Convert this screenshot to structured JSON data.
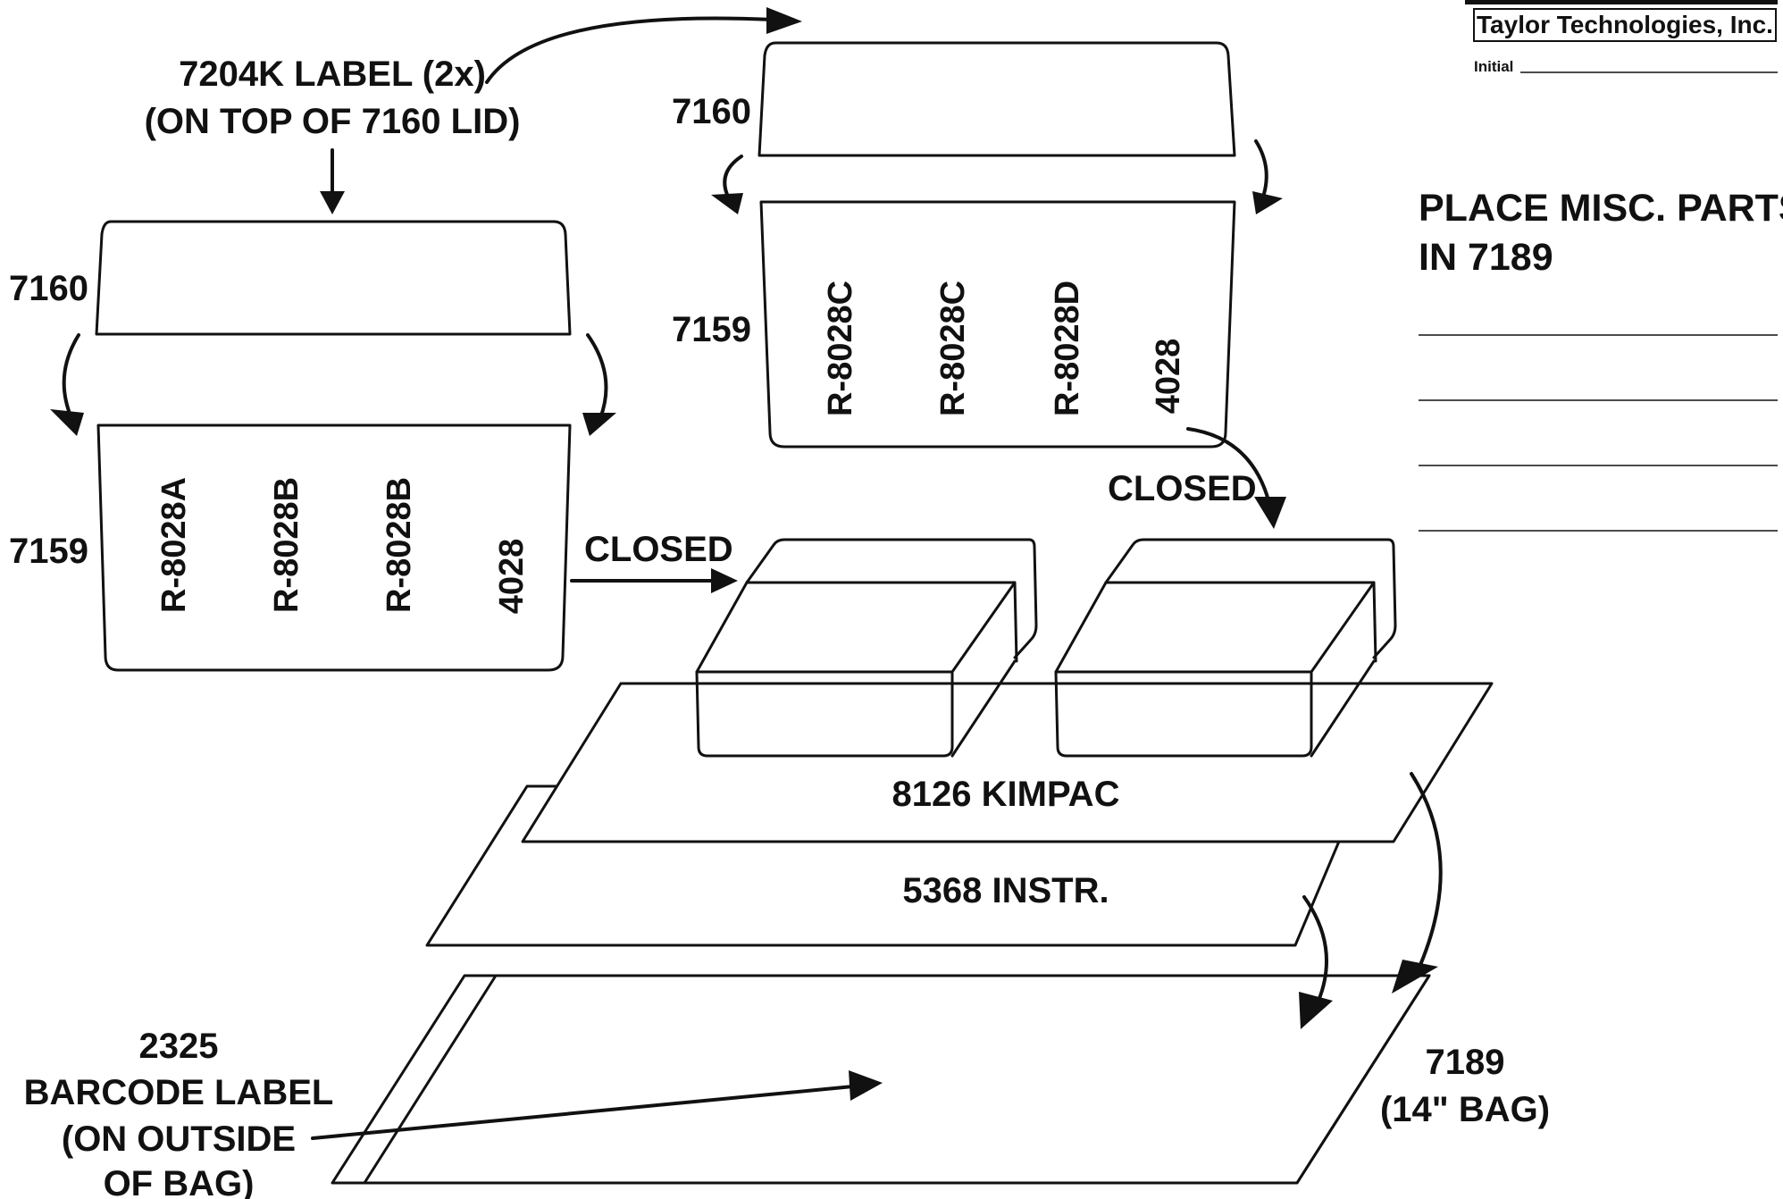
{
  "stamp": {
    "brand": "Taylor Technologies, Inc.",
    "initial_label": "Initial"
  },
  "notes": {
    "misc_line1": "PLACE MISC. PARTS",
    "misc_line2": "IN 7189"
  },
  "left_box": {
    "label_note_line1": "7204K LABEL (2x)",
    "label_note_line2": "(ON TOP OF 7160 LID)",
    "lid_label": "7160",
    "base_label": "7159",
    "items": [
      "R-8028A",
      "R-8028B",
      "R-8028B",
      "4028"
    ],
    "closed_label": "CLOSED"
  },
  "right_box": {
    "lid_label": "7160",
    "base_label": "7159",
    "items": [
      "R-8028C",
      "R-8028C",
      "R-8028D",
      "4028"
    ],
    "closed_label": "CLOSED"
  },
  "sheets": {
    "kimpac_label": "8126 KIMPAC",
    "instr_label": "5368 INSTR."
  },
  "barcode": {
    "line1": "2325",
    "line2": "BARCODE LABEL",
    "line3": "(ON OUTSIDE",
    "line4": "OF BAG)"
  },
  "bag": {
    "line1": "7189",
    "line2": "(14\" BAG)"
  }
}
